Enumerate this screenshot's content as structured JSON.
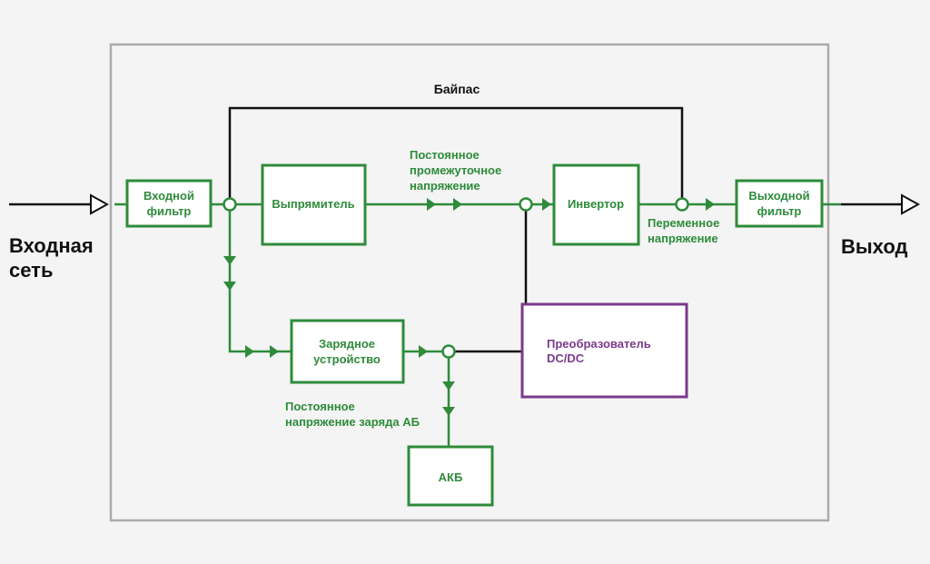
{
  "colors": {
    "green": "#2e8b3a",
    "purple": "#7b3a8c",
    "black": "#111111",
    "frame": "#aaaaaa",
    "background": "#f4f4f4"
  },
  "external": {
    "input_line1": "Входная",
    "input_line2": "сеть",
    "output": "Выход"
  },
  "bypass": "Байпас",
  "blocks": {
    "input_filter": [
      "Входной",
      "фильтр"
    ],
    "rectifier": "Выпрямитель",
    "inverter": "Инвертор",
    "output_filter": [
      "Выходной",
      "фильтр"
    ],
    "charger": [
      "Зарядное",
      "устройство"
    ],
    "dcdc": [
      "Преобразователь",
      "DC/DC"
    ],
    "battery": "АКБ"
  },
  "labels": {
    "dc_link": [
      "Постоянное",
      "промежуточное",
      "напряжение"
    ],
    "ac_voltage": [
      "Переменное",
      "напряжение"
    ],
    "charge_voltage": [
      "Постоянное",
      "напряжение заряда АБ"
    ]
  }
}
